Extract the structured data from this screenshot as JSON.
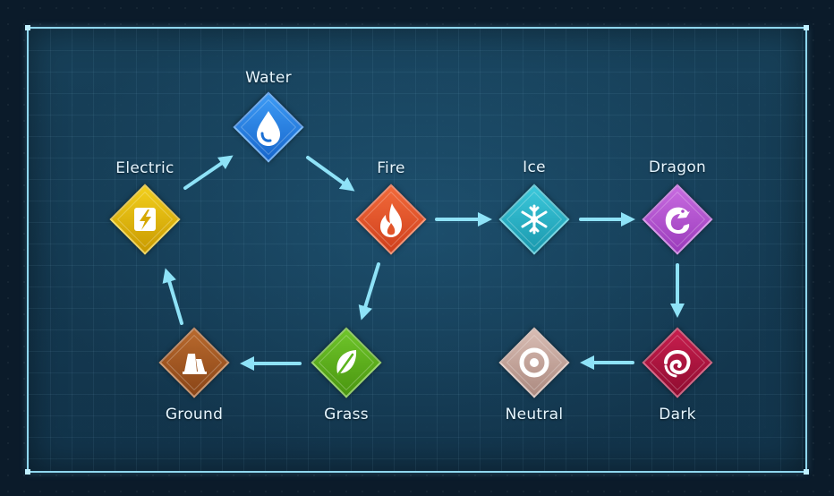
{
  "elements": {
    "water": {
      "label": "Water",
      "color": "#1f7fe0",
      "icon": "water-drop-icon"
    },
    "electric": {
      "label": "Electric",
      "color": "#e0b400",
      "icon": "lightning-icon"
    },
    "fire": {
      "label": "Fire",
      "color": "#e2552a",
      "icon": "flame-icon"
    },
    "ice": {
      "label": "Ice",
      "color": "#22b3c9",
      "icon": "snowflake-icon"
    },
    "dragon": {
      "label": "Dragon",
      "color": "#b44fd0",
      "icon": "dragon-icon"
    },
    "ground": {
      "label": "Ground",
      "color": "#a65a24",
      "icon": "rock-icon"
    },
    "grass": {
      "label": "Grass",
      "color": "#5bb31c",
      "icon": "leaf-icon"
    },
    "neutral": {
      "label": "Neutral",
      "color": "#c9a89f",
      "icon": "target-icon"
    },
    "dark": {
      "label": "Dark",
      "color": "#b0123e",
      "icon": "swirl-icon"
    }
  },
  "arrow_color": "#8ee2f7"
}
